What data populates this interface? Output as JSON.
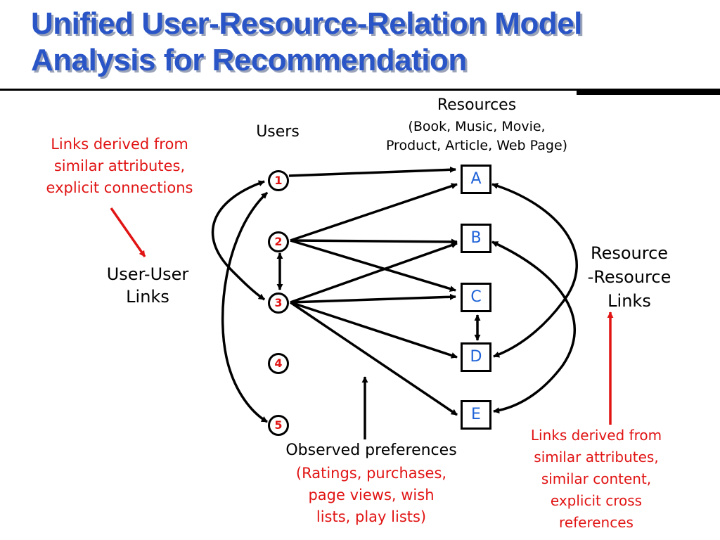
{
  "slide": {
    "title_line1": "Unified User-Resource-Relation Model",
    "title_line2": "Analysis for Recommendation"
  },
  "labels": {
    "resources_title": "Resources",
    "resources_line1": "(Book, Music, Movie,",
    "resources_line2": "Product, Article, Web Page)",
    "users": "Users",
    "user_user_line1": "User-User",
    "user_user_line2": "Links",
    "resource_resource_line1": "Resource",
    "resource_resource_line2": "-Resource",
    "resource_resource_line3": "Links",
    "observed_title": "Observed preferences",
    "observed_line1": "(Ratings, purchases,",
    "observed_line2": "page views, wish",
    "observed_line3": "lists, play lists)"
  },
  "notes": {
    "user_links": [
      "Links derived from",
      "similar attributes,",
      "explicit connections"
    ],
    "resource_links": [
      "Links derived from",
      "similar attributes,",
      "similar content,",
      "explicit cross",
      "references"
    ]
  },
  "users": [
    "1",
    "2",
    "3",
    "4",
    "5"
  ],
  "resources": [
    "A",
    "B",
    "C",
    "D",
    "E"
  ],
  "colors": {
    "title": "#2a55c7",
    "accent_red": "#e11414",
    "resource_letter": "#1f63d8"
  }
}
